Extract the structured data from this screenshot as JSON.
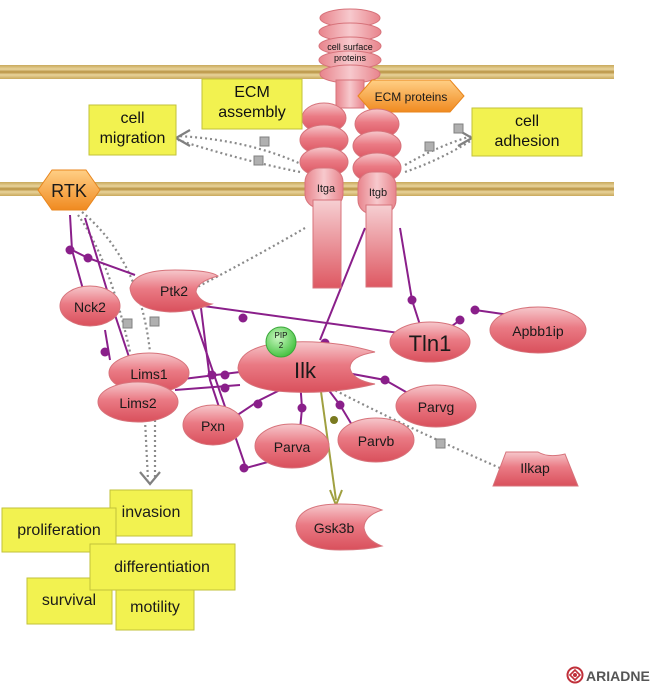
{
  "nodes": {
    "cell_surface_proteins": "cell surface proteins",
    "ecm_proteins": "ECM proteins",
    "itga": "Itga",
    "itgb": "Itgb",
    "rtk": "RTK",
    "ptk2": "Ptk2",
    "nck2": "Nck2",
    "lims1": "Lims1",
    "lims2": "Lims2",
    "pip2": "PIP 2",
    "ilk": "Ilk",
    "tln1": "Tln1",
    "apbb1ip": "Apbb1ip",
    "parvg": "Parvg",
    "parvb": "Parvb",
    "parva": "Parva",
    "pxn": "Pxn",
    "ilkap": "Ilkap",
    "gsk3b": "Gsk3b"
  },
  "processes": {
    "ecm_assembly": "ECM assembly",
    "cell_migration": "cell migration",
    "cell_adhesion": "cell adhesion",
    "invasion": "invasion",
    "proliferation": "proliferation",
    "differentiation": "differentiation",
    "survival": "survival",
    "motility": "motility"
  },
  "logo": {
    "text": "ARIADNE"
  },
  "colors": {
    "membrane": "#c8a95a",
    "protein_fill": "#e8606a",
    "protein_stroke": "#c84855",
    "process_fill": "#f2f250",
    "process_stroke": "#c2c23a",
    "hexagon_fill": "#f7a540",
    "binding_line": "#8a1a8a",
    "regulation_line": "#888888",
    "gsk_arrow": "#a0a040",
    "pip2_fill": "#5ed65e"
  }
}
